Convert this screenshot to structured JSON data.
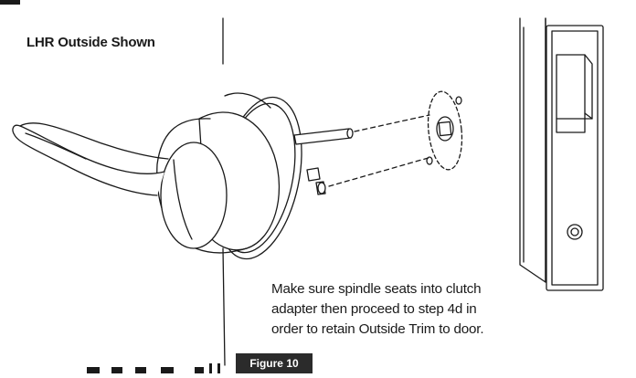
{
  "diagram": {
    "heading": "LHR Outside Shown",
    "instruction_lines": [
      "Make sure spindle seats into clutch",
      "adapter then proceed to step 4d in",
      "order to retain Outside Trim to door."
    ],
    "figure_label": "Figure 10"
  }
}
